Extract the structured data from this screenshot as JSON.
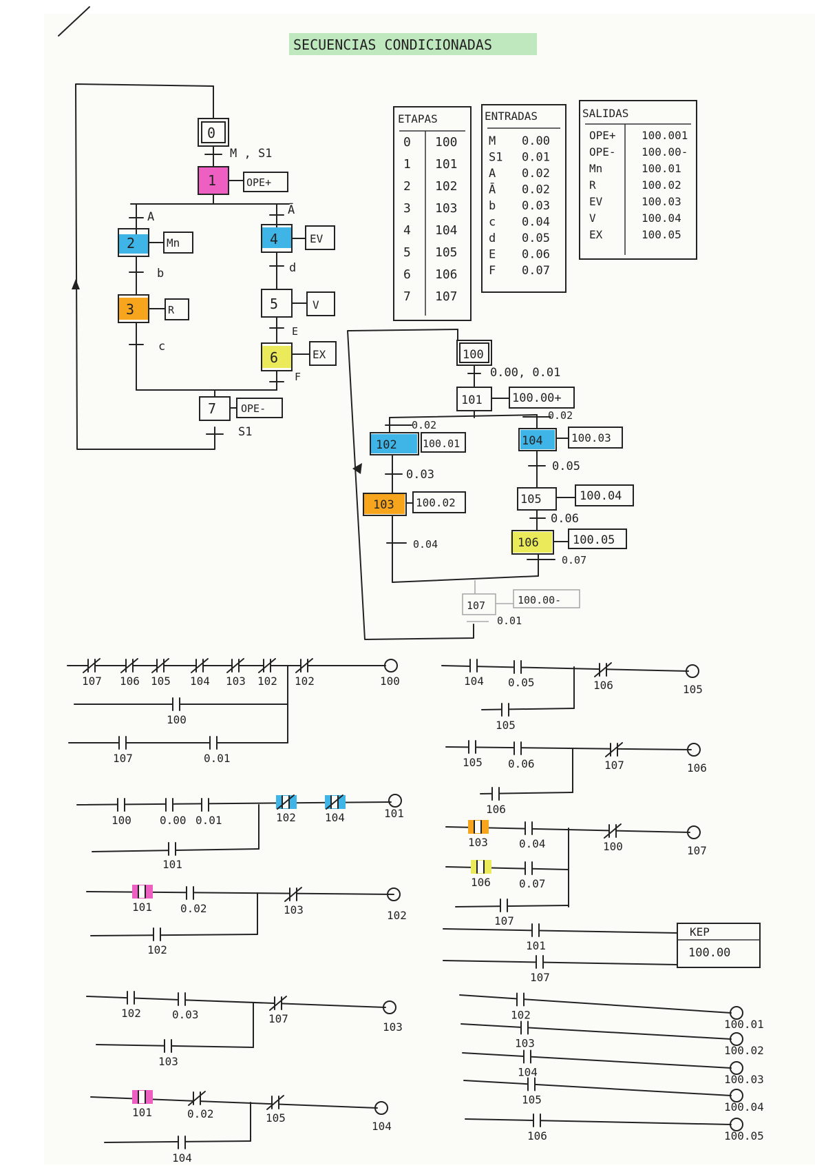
{
  "title": "SECUENCIAS CONDICIONADAS",
  "colors": {
    "ink": "#222222",
    "pink": "#ee5fc2",
    "blue": "#3fb4e6",
    "orange": "#f7a51c",
    "yellow": "#eaea5a",
    "green": "#8fd98f"
  },
  "grafcet": {
    "steps": [
      "0",
      "1",
      "2",
      "3",
      "4",
      "5",
      "6",
      "7"
    ],
    "actions": {
      "s1": "OPE+",
      "s2": "Mn",
      "s3": "R",
      "s4": "EV",
      "s5": "V",
      "s6": "EX",
      "s7": "OPE-"
    },
    "transitions": {
      "t01": "M , S1",
      "tA": "A",
      "tAn": "Ā",
      "tb": "b",
      "tc": "c",
      "td": "d",
      "tE": "E",
      "tF": "F",
      "t70": "S1"
    }
  },
  "tables": {
    "etapas": {
      "header": "ETAPAS",
      "rows": [
        [
          "0",
          "100"
        ],
        [
          "1",
          "101"
        ],
        [
          "2",
          "102"
        ],
        [
          "3",
          "103"
        ],
        [
          "4",
          "104"
        ],
        [
          "5",
          "105"
        ],
        [
          "6",
          "106"
        ],
        [
          "7",
          "107"
        ]
      ]
    },
    "entradas": {
      "header": "ENTRADAS",
      "rows": [
        [
          "M",
          "0.00"
        ],
        [
          "S1",
          "0.01"
        ],
        [
          "A",
          "0.02"
        ],
        [
          "Ā",
          "0.02"
        ],
        [
          "b",
          "0.03"
        ],
        [
          "c",
          "0.04"
        ],
        [
          "d",
          "0.05"
        ],
        [
          "E",
          "0.06"
        ],
        [
          "F",
          "0.07"
        ]
      ]
    },
    "salidas": {
      "header": "SALIDAS",
      "rows": [
        [
          "OPE+",
          "100.001"
        ],
        [
          "OPE-",
          "100.00-"
        ],
        [
          "Mn",
          "100.01"
        ],
        [
          "R",
          "100.02"
        ],
        [
          "EV",
          "100.03"
        ],
        [
          "V",
          "100.04"
        ],
        [
          "EX",
          "100.05"
        ]
      ]
    }
  },
  "grafcet2": {
    "steps": [
      "100",
      "101",
      "102",
      "103",
      "104",
      "105",
      "106",
      "107"
    ],
    "actions": {
      "s101": "100.00+",
      "s102": "100.01",
      "s103": "100.02",
      "s104": "100.03",
      "s105": "100.04",
      "s106": "100.05",
      "s107": "100.00-"
    },
    "transitions": {
      "t1": "0.00, 0.01",
      "t2l": "0.02",
      "t2r": "0.02",
      "t3": "0.03",
      "t4": "0.04",
      "t5": "0.05",
      "t6": "0.06",
      "t7": "0.07",
      "t8": "0.01"
    }
  },
  "ladder": {
    "r1": {
      "contacts": [
        "107",
        "106",
        "105",
        "104",
        "103",
        "102",
        "102"
      ],
      "coil": "100",
      "branch": [
        "100",
        "107",
        "0.01"
      ]
    },
    "r2": {
      "contacts": [
        "100",
        "0.00",
        "0.01",
        "102",
        "104"
      ],
      "coil": "101",
      "branch": [
        "101"
      ]
    },
    "r3": {
      "contacts": [
        "101",
        "0.02",
        "103"
      ],
      "coil": "102",
      "branch": [
        "102"
      ]
    },
    "r4": {
      "contacts": [
        "102",
        "0.03",
        "107"
      ],
      "coil": "103",
      "branch": [
        "103"
      ]
    },
    "r5": {
      "contacts": [
        "101",
        "0.02",
        "105"
      ],
      "coil": "104",
      "branch": [
        "104"
      ]
    },
    "r6": {
      "contacts": [
        "104",
        "0.05",
        "106"
      ],
      "coil": "105",
      "branch": [
        "105"
      ]
    },
    "r7": {
      "contacts": [
        "105",
        "0.06",
        "107"
      ],
      "coil": "106",
      "branch": [
        "106"
      ]
    },
    "r8": {
      "contacts": [
        "103",
        "0.04",
        "100"
      ],
      "coil": "107",
      "branch": [
        "106",
        "0.07",
        "107"
      ]
    },
    "r9": {
      "contacts": [
        "101",
        "107"
      ],
      "block_title": "KEP",
      "block_value": "100.00"
    },
    "r10": {
      "contacts": [
        "102",
        "103",
        "104",
        "105",
        "106"
      ],
      "coils": [
        "100.01",
        "100.02",
        "100.03",
        "100.04",
        "100.05"
      ]
    }
  }
}
